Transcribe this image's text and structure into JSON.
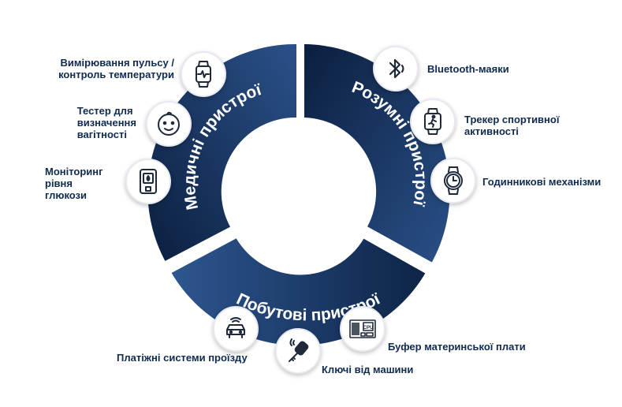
{
  "segments": {
    "medical": {
      "title": "Медичні пристрої"
    },
    "smart": {
      "title": "Розумні пристрої"
    },
    "household": {
      "title": "Побутові пристрої"
    }
  },
  "medical_items": [
    {
      "label": "Вимірювання пульсу /\nконтроль температури",
      "icon": "heart-rate-watch-icon"
    },
    {
      "label": "Тестер для\nвизначення\nвагітності",
      "icon": "baby-face-icon"
    },
    {
      "label": "Моніторинг\nрівня\nглюкози",
      "icon": "glucose-meter-icon"
    }
  ],
  "smart_items": [
    {
      "label": "Bluetooth-маяки",
      "icon": "bluetooth-beacon-icon"
    },
    {
      "label": "Трекер спортивної\nактивності",
      "icon": "fitness-tracker-icon"
    },
    {
      "label": "Годинникові механізми",
      "icon": "wristwatch-icon"
    }
  ],
  "household_items": [
    {
      "label": "Платіжні системи проїзду",
      "icon": "car-payment-icon"
    },
    {
      "label": "Ключі від машини",
      "icon": "car-key-icon"
    },
    {
      "label": "Буфер материнської плати",
      "icon": "motherboard-cpu-icon"
    }
  ],
  "colors": {
    "ring_dark": "#0d2447",
    "ring_light": "#2a4f86",
    "text": "#0f2a4f",
    "icon": "#1e2a3a"
  }
}
